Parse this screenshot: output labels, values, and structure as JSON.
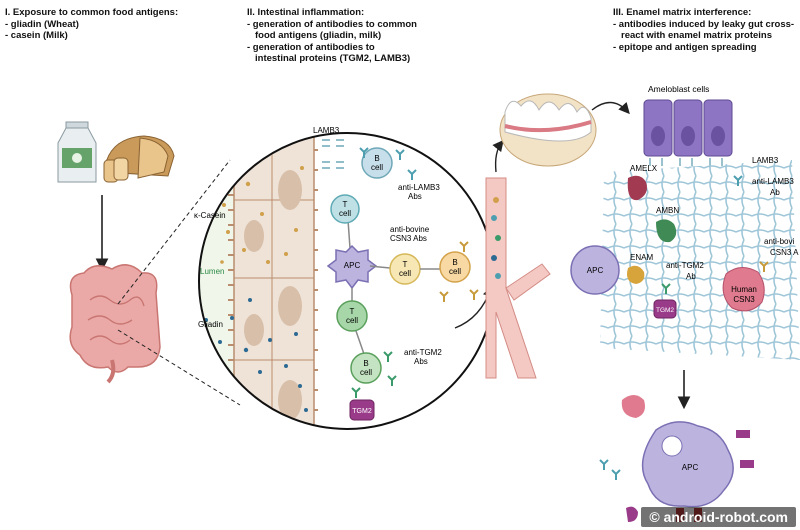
{
  "sections": {
    "one": {
      "title": "I. Exposure to common food antigens:",
      "bullets": [
        "- gliadin (Wheat)",
        "- casein (Milk)"
      ]
    },
    "two": {
      "title": "II. Intestinal inflammation:",
      "bullets": [
        "- generation of antibodies to common",
        "  food antigens (gliadin, milk)",
        "- generation of antibodies to",
        "  intestinal proteins (TGM2, LAMB3)"
      ]
    },
    "three": {
      "title": "III. Enamel matrix interference:",
      "bullets": [
        "- antibodies induced by leaky gut cross-",
        "  react with enamel matrix proteins",
        "- epitope and antigen spreading"
      ]
    }
  },
  "labels": {
    "lamb3": "LAMB3",
    "b_cell": "B",
    "b_cell2": "cell",
    "t_cell": "T",
    "t_cell2": "cell",
    "apc": "APC",
    "anti_lamb3": "anti-LAMB3",
    "abs": "Abs",
    "k_casein": "κ-Casein",
    "lumen": "Lumen",
    "gliadin": "Gliadin",
    "anti_bovine": "anti-bovine",
    "csn3_abs": "CSN3 Abs",
    "anti_tgm2": "anti-TGM2",
    "tgm2": "TGM2",
    "ameloblast": "Ameloblast cells",
    "amelx": "AMELX",
    "ambn": "AMBN",
    "enam": "ENAM",
    "anti_lamb3_ab": "anti-LAMB3",
    "ab": "Ab",
    "anti_tgm2_ab": "anti-TGM2",
    "human": "Human",
    "csn3": "CSN3",
    "anti_bovi": "anti-bovi",
    "csn3_a": "CSN3 A"
  },
  "watermark": "© android-robot.com"
}
